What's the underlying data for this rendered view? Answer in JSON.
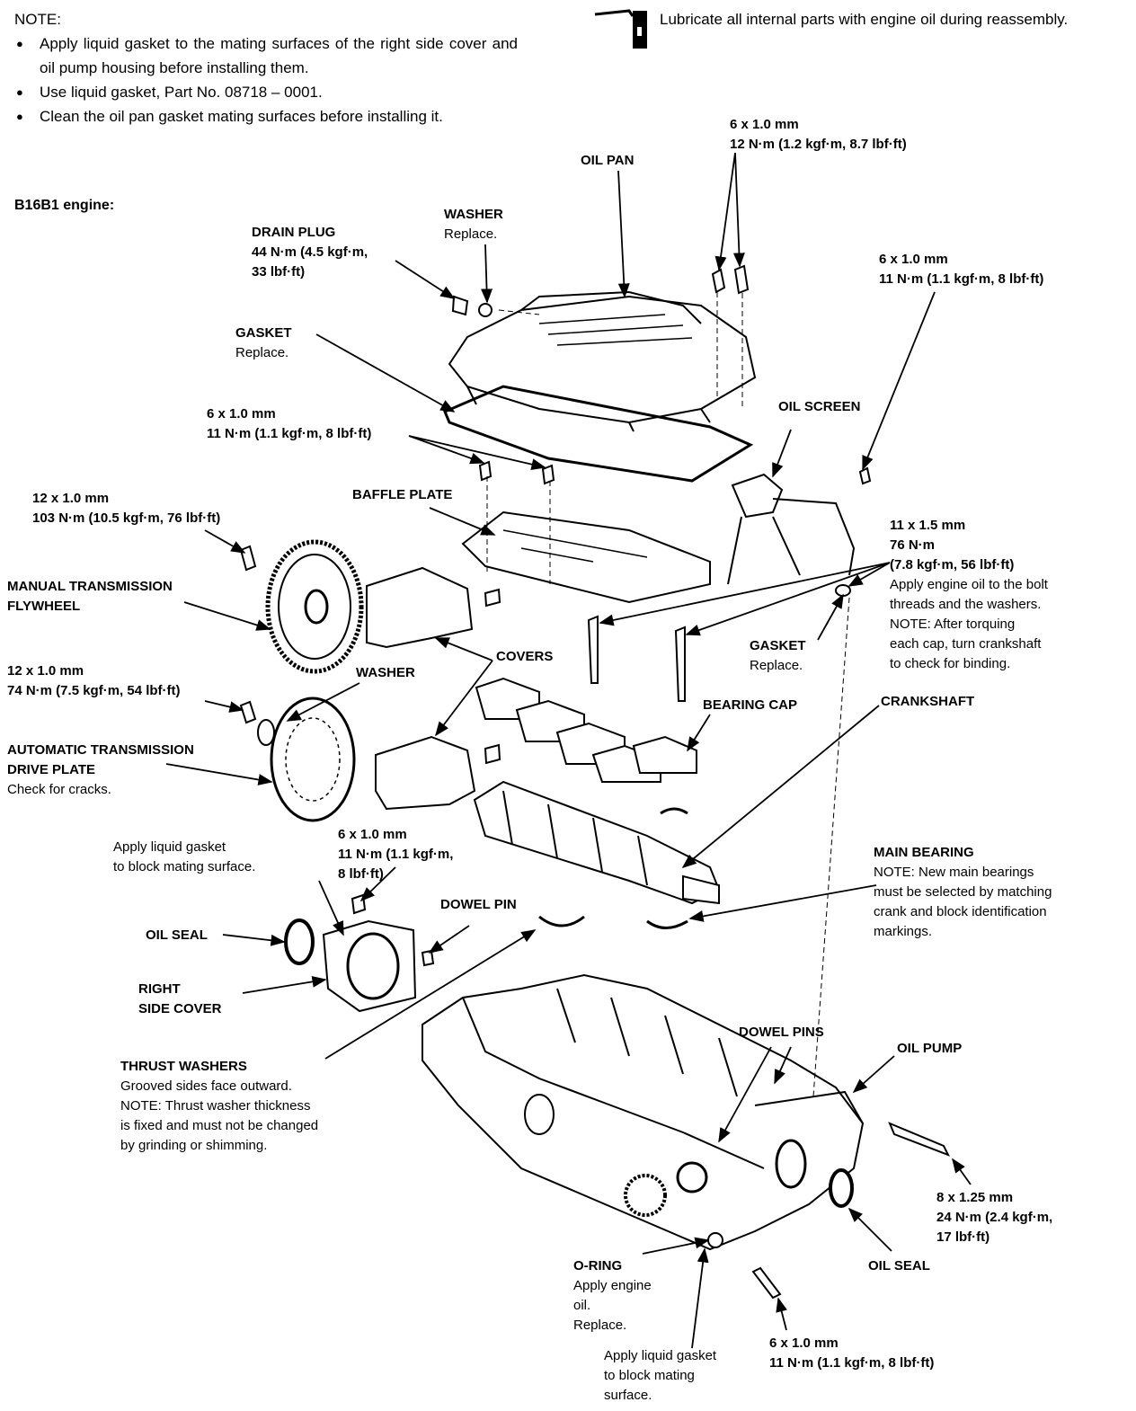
{
  "note": {
    "heading": "NOTE:",
    "items": [
      "Apply liquid gasket to the mating surfaces of the right side cover and oil pump housing before installing them.",
      "Use liquid gasket, Part No. 08718 – 0001.",
      "Clean the oil pan gasket mating surfaces before installing it."
    ]
  },
  "lube_note": "Lubricate all internal parts with engine oil during reassembly.",
  "engine_label": "B16B1 engine:",
  "labels": {
    "oil_pan": "OIL PAN",
    "bolt_pan_top": {
      "size": "6 x 1.0 mm",
      "torque": "12 N·m (1.2 kgf·m, 8.7 lbf·ft)"
    },
    "drain_plug": {
      "title": "DRAIN PLUG",
      "l1": "44 N·m (4.5 kgf·m,",
      "l2": "33 lbf·ft)"
    },
    "washer_top": {
      "title": "WASHER",
      "note": "Replace."
    },
    "bolt_screen": {
      "size": "6 x 1.0 mm",
      "torque": "11 N·m (1.1 kgf·m, 8 lbf·ft)"
    },
    "gasket_pan": {
      "title": "GASKET",
      "note": "Replace."
    },
    "bolt_baffle": {
      "size": "6 x 1.0 mm",
      "torque": "11 N·m (1.1 kgf·m, 8 lbf·ft)"
    },
    "oil_screen": "OIL SCREEN",
    "bolt_flywheel": {
      "size": "12 x 1.0 mm",
      "torque": "103 N·m (10.5 kgf·m, 76 lbf·ft)"
    },
    "baffle_plate": "BAFFLE PLATE",
    "main_cap_bolt": {
      "size": "11 x 1.5 mm",
      "torque1": "76 N·m",
      "torque2": "(7.8 kgf·m, 56 lbf·ft)",
      "n1": "Apply engine oil to the bolt",
      "n2": "threads and the washers.",
      "n3": "NOTE:  After torquing",
      "n4": "each cap, turn crankshaft",
      "n5": "to check for binding."
    },
    "mt_flywheel": {
      "l1": "MANUAL TRANSMISSION",
      "l2": "FLYWHEEL"
    },
    "gasket_screen": {
      "title": "GASKET",
      "note": "Replace."
    },
    "covers": "COVERS",
    "bolt_driveplate": {
      "size": "12 x 1.0 mm",
      "torque": "74 N·m (7.5 kgf·m, 54 lbf·ft)"
    },
    "washer_mid": "WASHER",
    "bearing_cap": "BEARING CAP",
    "crankshaft": "CRANKSHAFT",
    "at_driveplate": {
      "l1": "AUTOMATIC TRANSMISSION",
      "l2": "DRIVE PLATE",
      "note": "Check for cracks."
    },
    "liquid_gasket_cover": {
      "l1": "Apply liquid gasket",
      "l2": "to block mating surface."
    },
    "bolt_cover": {
      "size": "6 x 1.0 mm",
      "l1": "11 N·m (1.1 kgf·m,",
      "l2": "8 lbf·ft)"
    },
    "main_bearing": {
      "title": "MAIN BEARING",
      "n1": "NOTE:  New main bearings",
      "n2": "must be selected by matching",
      "n3": "crank and block identification",
      "n4": "markings."
    },
    "dowel_pin": "DOWEL PIN",
    "oil_seal_left": "OIL SEAL",
    "right_side_cover": {
      "l1": "RIGHT",
      "l2": "SIDE COVER"
    },
    "dowel_pins": "DOWEL PINS",
    "oil_pump": "OIL PUMP",
    "thrust_washers": {
      "title": "THRUST WASHERS",
      "n1": "Grooved sides face outward.",
      "n2": "NOTE:  Thrust washer thickness",
      "n3": "is fixed and must not be changed",
      "n4": "by grinding or shimming."
    },
    "bolt_pump": {
      "size": "8 x 1.25 mm",
      "l1": "24 N·m (2.4 kgf·m,",
      "l2": "17 lbf·ft)"
    },
    "oil_seal_right": "OIL SEAL",
    "o_ring": {
      "title": "O-RING",
      "n1": "Apply engine",
      "n2": "oil.",
      "n3": "Replace."
    },
    "bolt_bottom": {
      "size": "6 x 1.0 mm",
      "torque": "11 N·m (1.1 kgf·m, 8 lbf·ft)"
    },
    "liquid_gasket_pump": {
      "l1": "Apply liquid gasket",
      "l2": "to block mating",
      "l3": "surface."
    }
  }
}
